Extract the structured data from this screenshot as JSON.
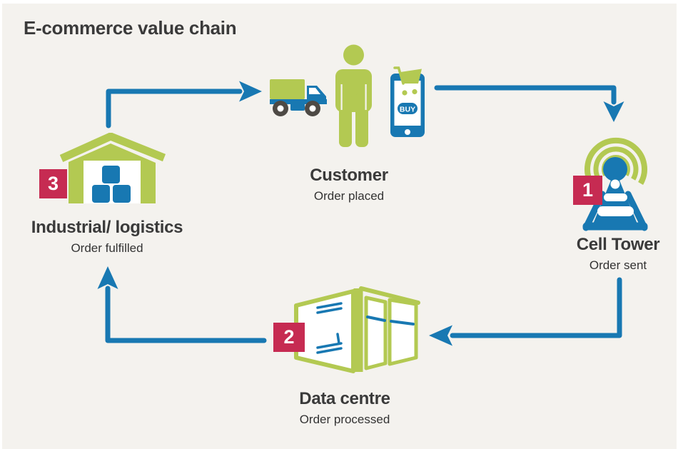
{
  "title": "E-commerce value chain",
  "steps": [
    {
      "name": "customer",
      "label": "Customer",
      "status": "Order placed",
      "badge": ""
    },
    {
      "name": "cell-tower",
      "label": "Cell Tower",
      "status": "Order sent",
      "badge": "1"
    },
    {
      "name": "data-centre",
      "label": "Data centre",
      "status": "Order processed",
      "badge": "2"
    },
    {
      "name": "industrial-logistics",
      "label": "Industrial/ logistics",
      "status": "Order fulfilled",
      "badge": "3"
    }
  ],
  "phone": {
    "buy_button": "BUY"
  },
  "icons": [
    "delivery-truck-icon",
    "person-icon",
    "smartphone-icon",
    "shopping-cart-icon",
    "cell-tower-icon",
    "signal-waves-icon",
    "server-room-icon",
    "warehouse-icon",
    "boxes-icon",
    "flow-arrow-icon"
  ],
  "colors": {
    "background": "#f4f2ee",
    "accent_green": "#b3c952",
    "accent_blue": "#1878b2",
    "badge_red": "#c62b52",
    "text": "#3a3a3a",
    "wheel_gray": "#4e4a45"
  }
}
